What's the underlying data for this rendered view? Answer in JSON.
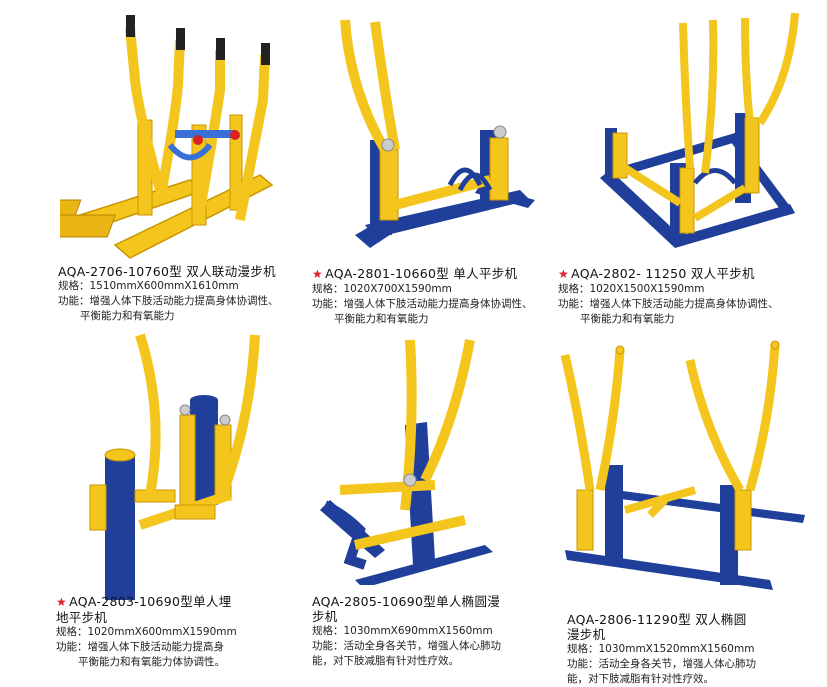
{
  "products": [
    {
      "star": "",
      "model": "AQA-2706-10760型 双人联动漫步机",
      "spec": "规格：1510mmX600mmX1610mm",
      "func1": "功能：增强人体下肢活动能力提高身体协调性、",
      "func2": "平衡能力和有氧能力"
    },
    {
      "star": "★",
      "model": "AQA-2801-10660型 单人平步机",
      "spec": "规格：1020X700X1590mm",
      "func1": "功能：增强人体下肢活动能力提高身体协调性、",
      "func2": "平衡能力和有氧能力"
    },
    {
      "star": "★",
      "model": "AQA-2802- 11250  双人平步机",
      "spec": "规格：1020X1500X1590mm",
      "func1": "功能：增强人体下肢活动能力提高身体协调性、",
      "func2": "平衡能力和有氧能力"
    },
    {
      "star": "★",
      "model": "AQA-2803-10690型单人埋地平步机",
      "spec": "规格：1020mmX600mmX1590mm",
      "func1": "功能：增强人体下肢活动能力提高身",
      "func2": "平衡能力和有氧能力体协调性。"
    },
    {
      "star": "",
      "model": "AQA-2805-10690型单人椭圆漫步机",
      "spec": "规格：1030mmX690mmX1560mm",
      "func1": "功能：活动全身各关节，增强人体心肺功",
      "func2": "能，对下肢减脂有针对性疗效。"
    },
    {
      "star": "",
      "model": "AQA-2806-11290型 双人椭圆漫步机",
      "spec": "规格：1030mmX1520mmX1560mm",
      "func1": "功能：活动全身各关节，增强人体心肺功",
      "func2": "能，对下肢减脂有针对性疗效。"
    }
  ],
  "colors": {
    "yellow": "#f4c51c",
    "yellow_dark": "#d9a300",
    "blue": "#1f3f9a",
    "blue_dark": "#142a6e",
    "black": "#222222",
    "star_red": "#e0202a"
  }
}
